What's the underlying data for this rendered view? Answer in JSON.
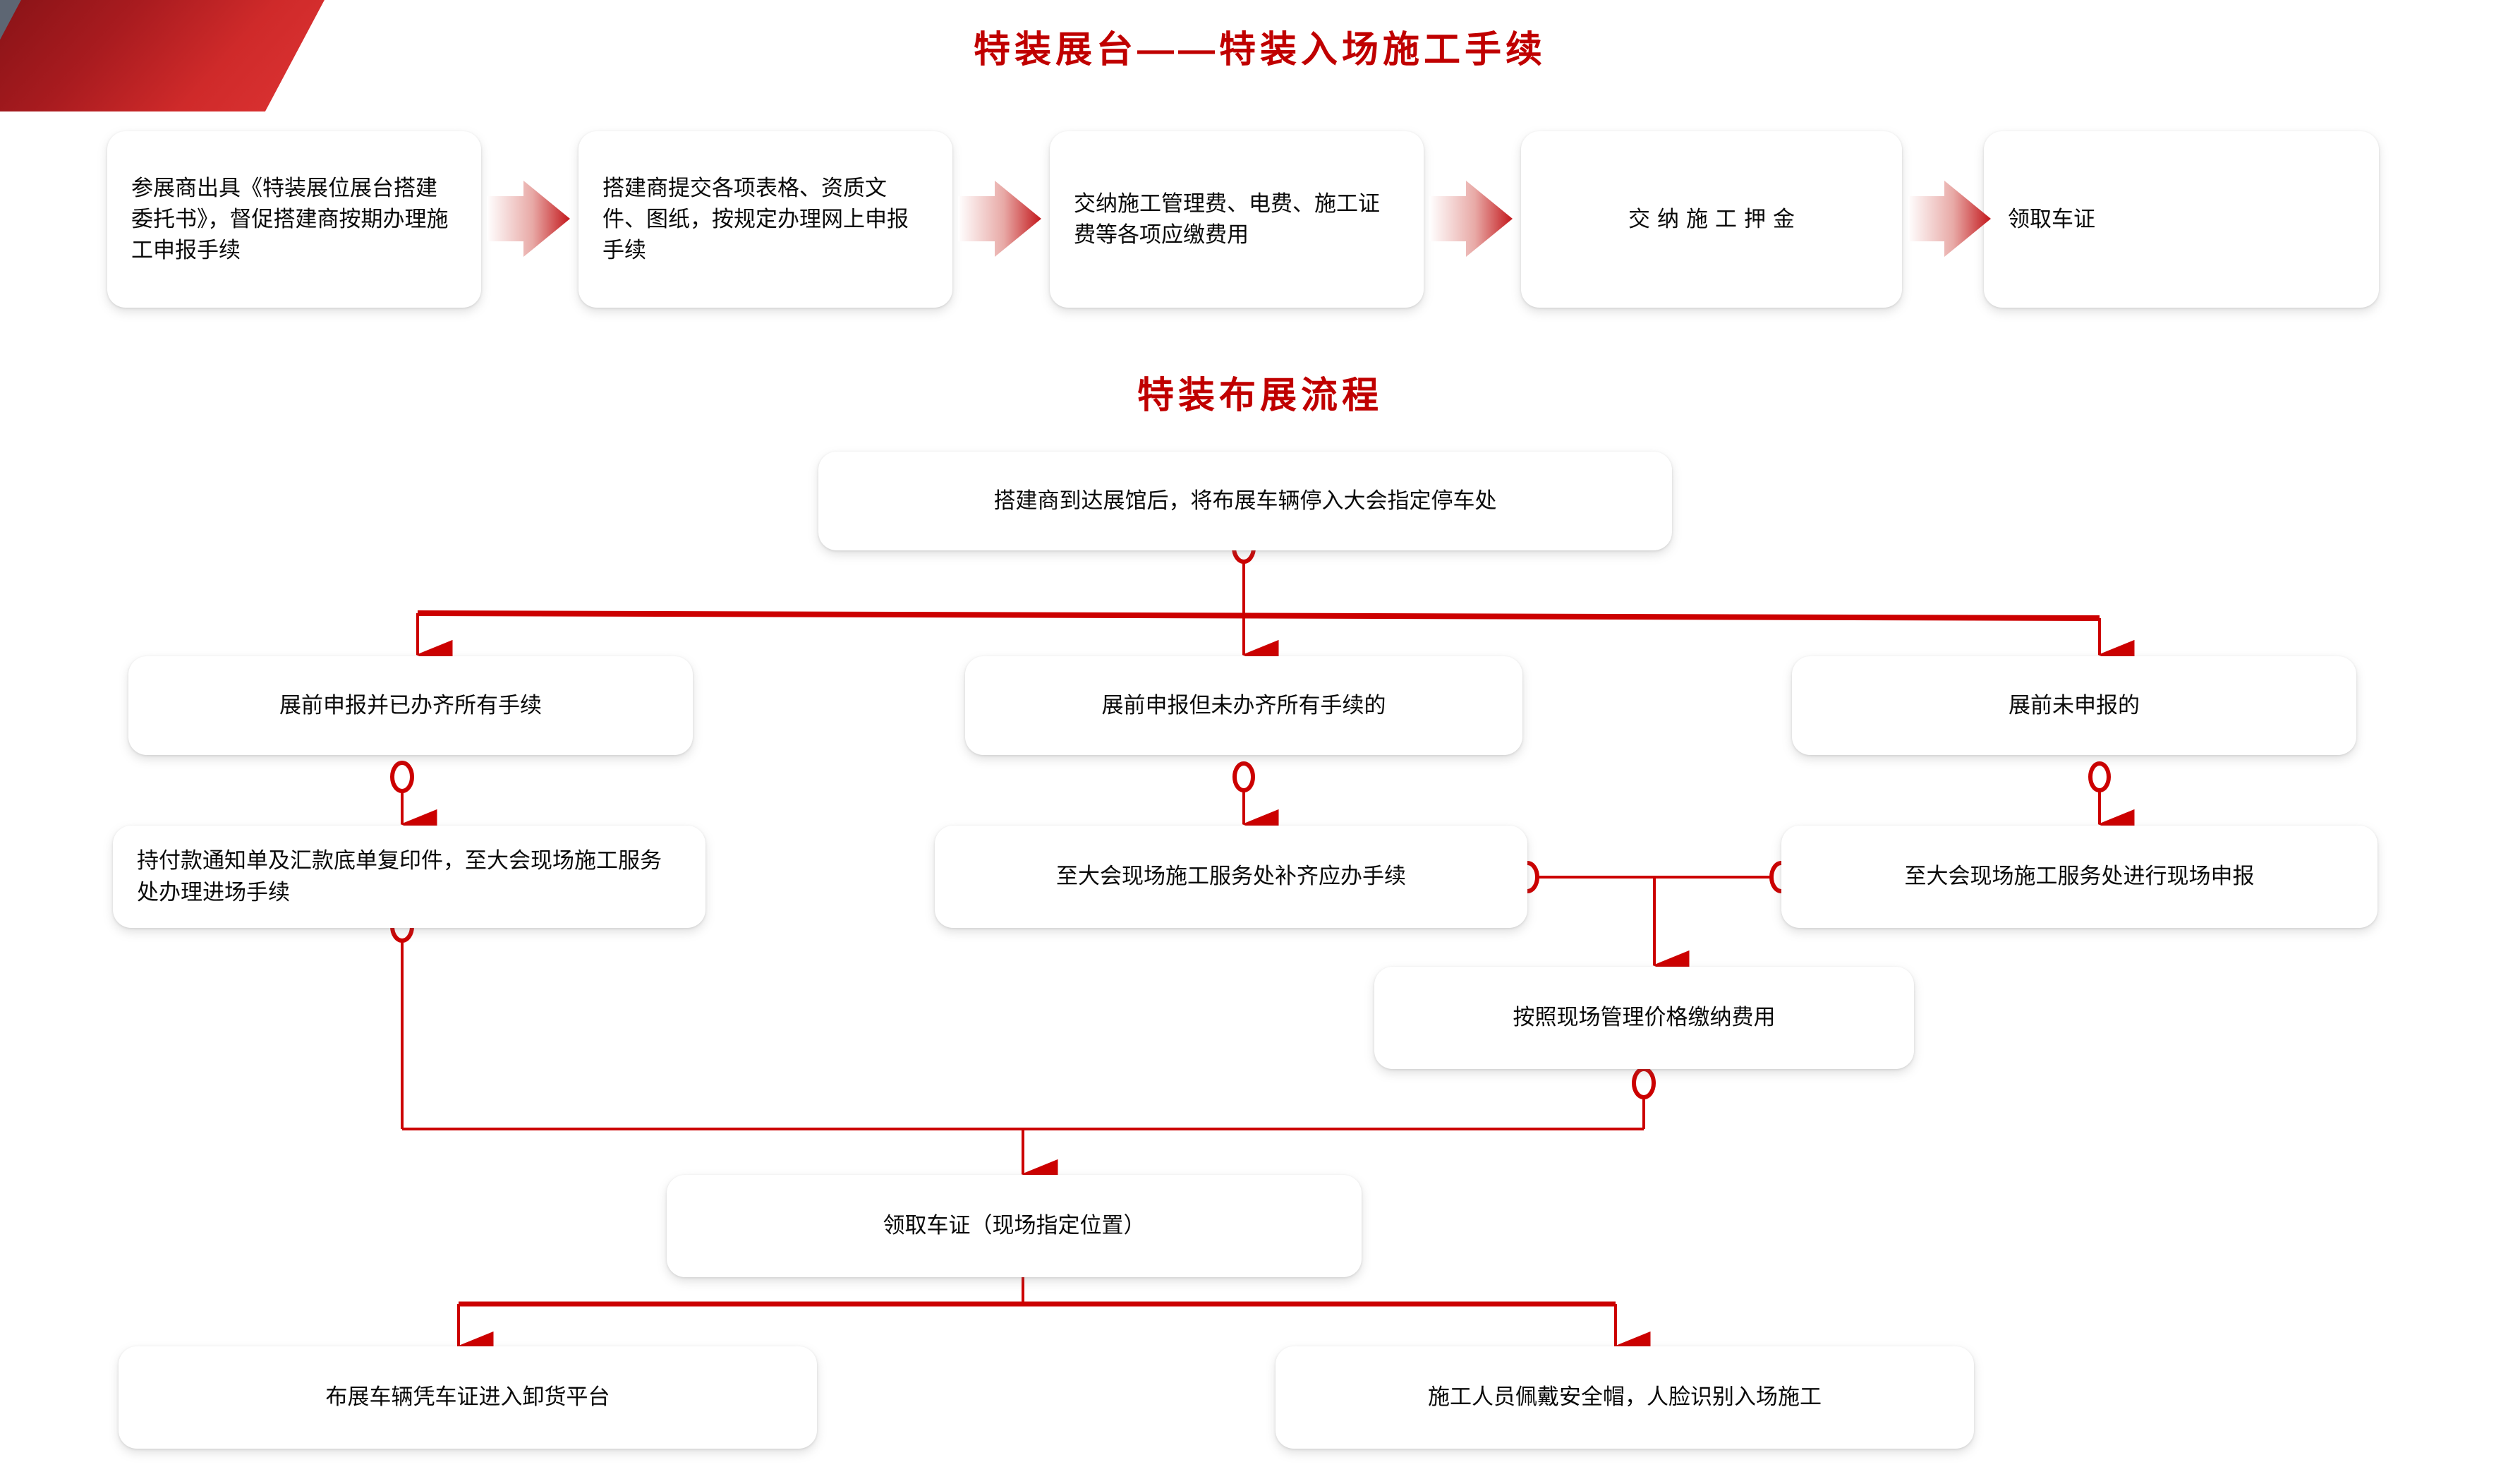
{
  "page": {
    "accent_red": "#c00000",
    "connector_red": "#cc0000",
    "box_text_color": "#0a0a0a",
    "background": "#ffffff"
  },
  "decor": {
    "corner_shape": "red-parallelogram-banner",
    "corner_gray": "#5d6673",
    "corner_red_from": "#8d1418",
    "corner_red_to": "#d83030"
  },
  "section1": {
    "title": "特装展台——特装入场施工手续",
    "steps": [
      {
        "text": "参展商出具《特装展位展台搭建委托书》，督促搭建商按期办理施工申报手续"
      },
      {
        "text": "搭建商提交各项表格、资质文件、图纸，按规定办理网上申报手续"
      },
      {
        "text": "交纳施工管理费、电费、施工证费等各项应缴费用"
      },
      {
        "text": "交纳施工押金"
      },
      {
        "text": "领取车证"
      }
    ],
    "arrow_icon": "chevron-right-icon"
  },
  "section2": {
    "title": "特装布展流程",
    "nodes": {
      "start": "搭建商到达展馆后，将布展车辆停入大会指定停车处",
      "branch_left": "展前申报并已办齐所有手续",
      "branch_mid": "展前申报但未办齐所有手续的",
      "branch_right": "展前未申报的",
      "left_step2": "持付款通知单及汇款底单复印件，至大会现场施工服务处办理进场手续",
      "mid_step2": "至大会现场施工服务处补齐应办手续",
      "right_step2": "至大会现场施工服务处进行现场申报",
      "pay_onsite": "按照现场管理价格缴纳费用",
      "get_pass": "领取车证（现场指定位置）",
      "end_left": "布展车辆凭车证进入卸货平台",
      "end_right": "施工人员佩戴安全帽，人脸识别入场施工"
    },
    "connector_icons": {
      "arrow": "arrow-down-icon",
      "endpoint": "circle-connector-icon"
    }
  }
}
